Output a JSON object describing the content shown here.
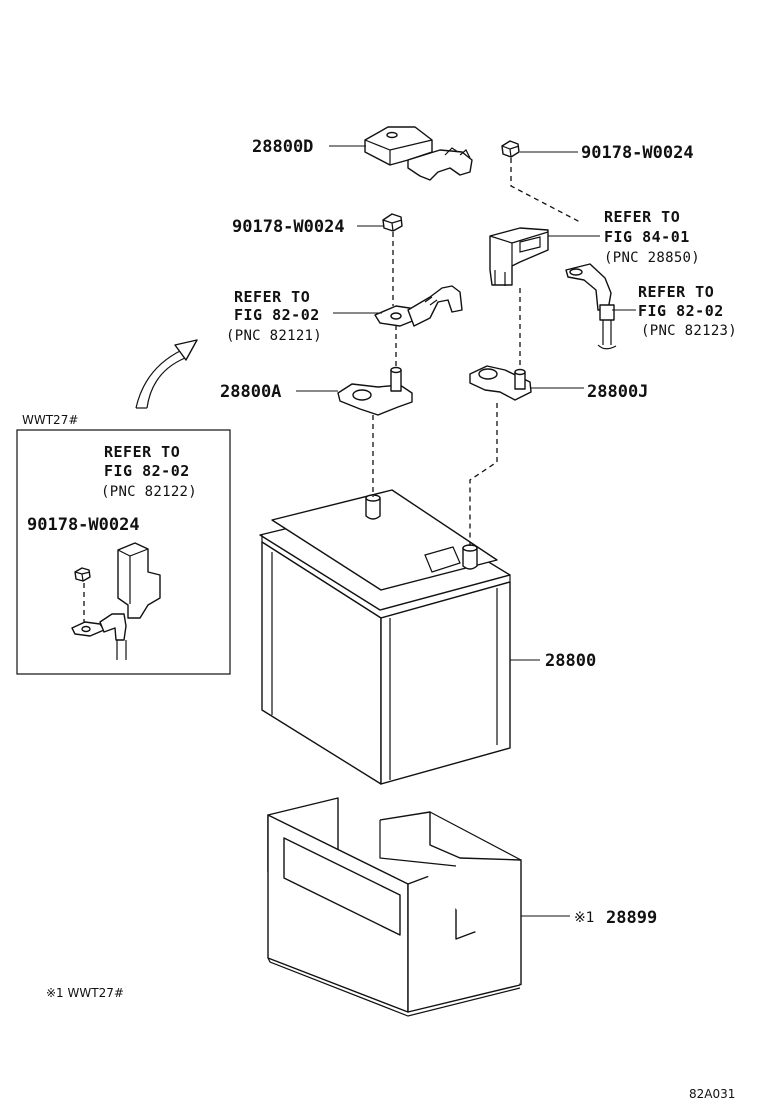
{
  "labels": {
    "hold_down_cover": "28800D",
    "nut_top_right": "90178-W0024",
    "nut_center": "90178-W0024",
    "refer_84_01_line1": "REFER TO",
    "refer_84_01_line2": "FIG 84-01",
    "refer_84_01_pnc": "(PNC 28850)",
    "refer_82_02_center_line1": "REFER TO",
    "refer_82_02_center_line2": "FIG 82-02",
    "refer_82_02_center_pnc": "(PNC 82121)",
    "refer_82_02_right_line1": "REFER TO",
    "refer_82_02_right_line2": "FIG 82-02",
    "refer_82_02_right_pnc": "(PNC 82123)",
    "terminal_left": "28800A",
    "terminal_right": "28800J",
    "battery": "28800",
    "tray": "28899",
    "tray_mark": "※1",
    "inset_title": "WWT27#",
    "inset_refer_line1": "REFER TO",
    "inset_refer_line2": "FIG 82-02",
    "inset_refer_pnc": "(PNC 82122)",
    "inset_nut": "90178-W0024",
    "footnote": "※1 WWT27#",
    "figure_code": "82A031"
  }
}
